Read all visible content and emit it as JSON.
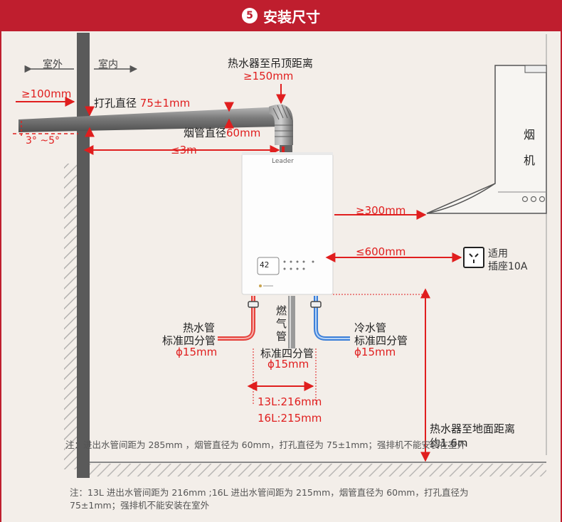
{
  "header": {
    "number": "5",
    "title": "安装尺寸"
  },
  "labels": {
    "outdoor": "室外",
    "indoor": "室内",
    "ceiling_distance": "热水器至吊顶距离",
    "ceiling_value": "≥150mm",
    "wall_protrusion": "≥100mm",
    "hole_diameter": "打孔直径",
    "hole_value": "75±1mm",
    "flue_diameter": "烟管直径",
    "flue_value": "60mm",
    "tilt_angle": "3° ~5°",
    "flue_length": "≤3m",
    "brand": "Leader",
    "display_readout": "42",
    "range_hood_1": "烟",
    "range_hood_2": "机",
    "hood_distance": "≥300mm",
    "socket_distance": "≤600mm",
    "socket_line1": "适用",
    "socket_line2": "插座10A",
    "hot_pipe_1": "热水管",
    "hot_pipe_2": "标准四分管",
    "hot_pipe_3": "ϕ15mm",
    "gas_pipe_1": "燃",
    "gas_pipe_2": "气",
    "gas_pipe_3": "管",
    "gas_pipe_4": "标准四分管",
    "gas_pipe_5": "ϕ15mm",
    "cold_pipe_1": "冷水管",
    "cold_pipe_2": "标准四分管",
    "cold_pipe_3": "ϕ15mm",
    "spacing_13l": "13L:216mm",
    "spacing_16l": "16L:215mm",
    "floor_distance": "热水器至地面距离",
    "floor_value": "约1.6m",
    "overlap_note": "注：进出水管间距为 285mm ，烟管直径为 60mm，打孔直径为 75±1mm；强排机不能安装在室外",
    "footnote_line1": "注：13L 进出水管间距为 216mm ;16L 进出水管间距为 215mm，烟管直径为 60mm，打孔直径为",
    "footnote_line2": "75±1mm；强排机不能安装在室外"
  },
  "colors": {
    "accent": "#bf1e2e",
    "dimension": "#e01e1e",
    "hot": "#e5413b",
    "cold": "#3c7fd8",
    "flue": "#8b8b8b"
  }
}
